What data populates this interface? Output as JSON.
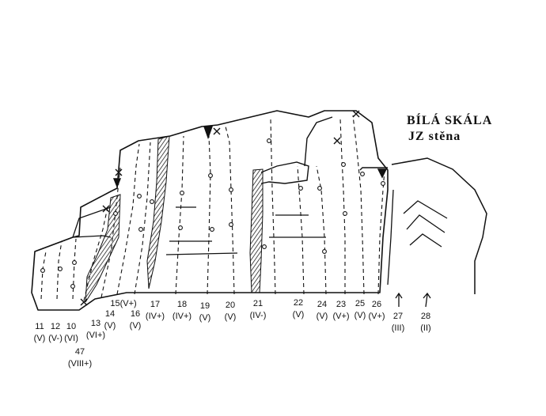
{
  "title": {
    "name": "BÍLÁ   SKÁLA",
    "subtitle": "JZ stěna"
  },
  "routes": [
    {
      "number": "11",
      "grade": "(V)"
    },
    {
      "number": "12",
      "grade": "(V-)"
    },
    {
      "number": "10",
      "grade": "(VI)"
    },
    {
      "number": "13",
      "grade": "(VI+)"
    },
    {
      "number": "14",
      "grade": "(V)"
    },
    {
      "number": "15(V+)",
      "grade": ""
    },
    {
      "number": "16",
      "grade": "(V)"
    },
    {
      "number": "17",
      "grade": "(IV+)"
    },
    {
      "number": "18",
      "grade": "(IV+)"
    },
    {
      "number": "19",
      "grade": "(V)"
    },
    {
      "number": "20",
      "grade": "(V)"
    },
    {
      "number": "21",
      "grade": "(IV-)"
    },
    {
      "number": "22",
      "grade": "(V)"
    },
    {
      "number": "24",
      "grade": "(V)"
    },
    {
      "number": "23",
      "grade": "(V+)"
    },
    {
      "number": "25",
      "grade": "(V)"
    },
    {
      "number": "26",
      "grade": "(V+)"
    },
    {
      "number": "27",
      "grade": "(III)"
    },
    {
      "number": "28",
      "grade": "(II)"
    },
    {
      "number": "47",
      "grade": "(VIII+)"
    }
  ]
}
